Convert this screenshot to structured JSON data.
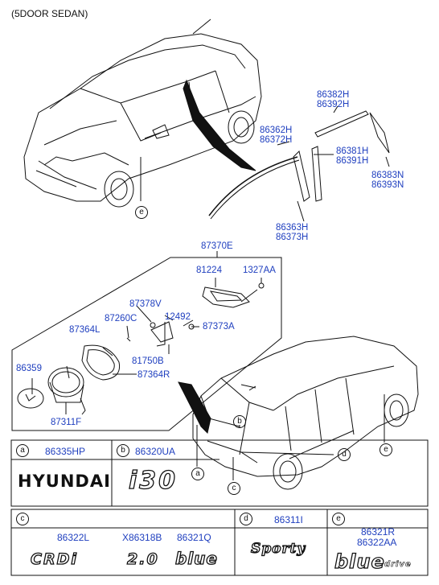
{
  "title": "(5DOOR SEDAN)",
  "parts": {
    "p86382H": "86382H",
    "p86392H": "86392H",
    "p86362H": "86362H",
    "p86372H": "86372H",
    "p86381H": "86381H",
    "p86391H": "86391H",
    "p86383N": "86383N",
    "p86393N": "86393N",
    "p86363H": "86363H",
    "p86373H": "86373H",
    "p87370E": "87370E",
    "p81224": "81224",
    "p1327AA": "1327AA",
    "p87378V": "87378V",
    "p87260C": "87260C",
    "p12492": "12492",
    "p87364L": "87364L",
    "p87373A": "87373A",
    "p81750B": "81750B",
    "p87364R": "87364R",
    "p86359": "86359",
    "p87311F": "87311F"
  },
  "callouts": {
    "e1": "e",
    "b": "b",
    "d": "d",
    "e2": "e",
    "a": "a",
    "c": "c"
  },
  "table": {
    "row1": {
      "a": {
        "letter": "a",
        "part": "86335HP",
        "badge": "HYUNDAI"
      },
      "b": {
        "letter": "b",
        "part": "86320UA",
        "badge": "i30"
      }
    },
    "row2": {
      "c": {
        "letter": "c",
        "parts": [
          "86322L",
          "X86318B",
          "86321Q"
        ],
        "badges": [
          "CRDi",
          "2.0",
          "blue"
        ]
      },
      "d": {
        "letter": "d",
        "part": "86311I",
        "badge": "Sporty"
      },
      "e": {
        "letter": "e",
        "parts": [
          "86321R",
          "86322AA"
        ],
        "badge": "blue",
        "badge_small": "drive"
      }
    }
  },
  "colors": {
    "label": "#1f3fbf",
    "line": "#111111"
  }
}
